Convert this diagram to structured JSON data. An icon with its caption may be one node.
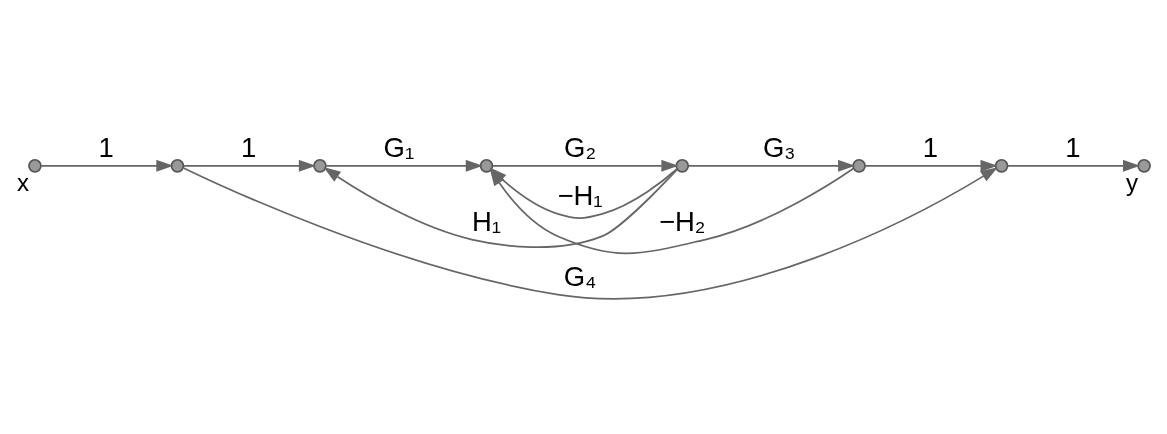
{
  "diagram": {
    "nodes": [
      {
        "text": [],
        "shape": "circle",
        "beside": [
          "x"
        ]
      },
      {
        "text": [],
        "shape": "circle"
      },
      {
        "text": [],
        "shape": "circle"
      },
      {
        "text": [],
        "shape": "circle"
      },
      {
        "text": [],
        "shape": "circle"
      },
      {
        "text": [],
        "shape": "circle"
      },
      {
        "text": [],
        "shape": "circle"
      },
      {
        "text": [],
        "shape": "circle",
        "beside": [
          "y"
        ]
      }
    ],
    "edges": [
      {
        "from": 0,
        "to": 1,
        "arrow": "to",
        "label": "1"
      },
      {
        "from": 1,
        "to": 2,
        "arrow": "to",
        "label": "1"
      },
      {
        "from": 2,
        "to": 3,
        "arrow": "to",
        "label": "G₁"
      },
      {
        "from": 3,
        "to": 4,
        "arrow": "to",
        "label": "G₂"
      },
      {
        "from": 4,
        "to": 5,
        "arrow": "to",
        "label": "G₃"
      },
      {
        "from": 5,
        "to": 6,
        "arrow": "to",
        "label": "1"
      },
      {
        "from": 6,
        "to": 7,
        "arrow": "to",
        "label": "1"
      },
      {
        "from": 5,
        "to": 3,
        "arrow": "to",
        "label": "−H₂"
      },
      {
        "from": 4,
        "to": 3,
        "arrow": "to",
        "label": "−H₁"
      },
      {
        "from": 4,
        "to": 2,
        "arrow": "to",
        "label": "H₁"
      },
      {
        "from": 1,
        "to": 6,
        "arrow": "to",
        "label": "G₄"
      }
    ]
  }
}
